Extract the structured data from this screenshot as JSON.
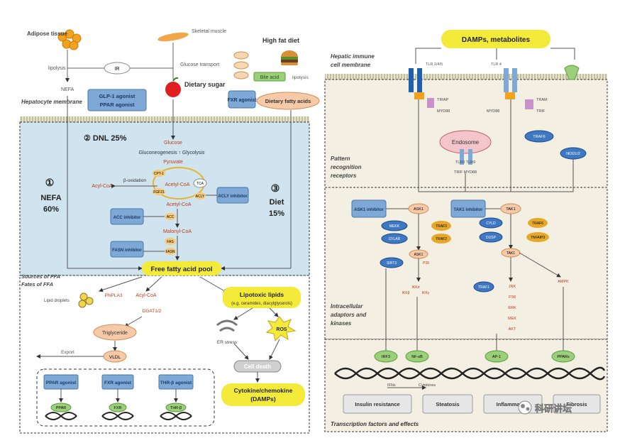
{
  "left": {
    "top": {
      "adipose": "Adipose tissue",
      "skeletal": "Skeletal muscle",
      "lipolysis": "lipolysis",
      "glucose_transport": "Glucose transport",
      "ir": "IR",
      "nefa": "NEFA",
      "glp1": "GLP-1 agonist",
      "ppar_agonist": "PPAR agonist",
      "dietary_sugar": "Dietary sugar",
      "high_fat_diet": "High fat diet",
      "fxr_agonist": "FXR agonist",
      "bile_acid": "Bile acid",
      "lipolysis2": "lipolysis",
      "dietary_fatty_acids": "Dietary fatty acids",
      "hepatocyte_membrane": "Hepatocyte membrane"
    },
    "dnl": "② DNL 25%",
    "nefa_pct": {
      "num": "①",
      "label": "NEFA",
      "pct": "60%"
    },
    "diet_pct": {
      "num": "③",
      "label": "Diet",
      "pct": "15%"
    },
    "pathway": {
      "glucose": "Glucose",
      "gluconeogenesis": "Gluconeogenesis ↑ Glycolysis",
      "pyruvate": "Pyruvate",
      "acyl_coa": "Acyl-CoA",
      "beta_oxidation": "β-oxidation",
      "cpt1": "CPT-1",
      "fgf21": "FGF21",
      "acc": "ACC",
      "acetyl_coa": "Acetyl-CoA",
      "tca": "TCA",
      "acly": "ACLY",
      "acly_inhibitor": "ACLY inhibitor",
      "acetyl_coa2": "Acetyl-CoA",
      "acc_inhibitor": "ACC inhibitor",
      "acc2": "ACC",
      "malonyl_coa": "Malonyl-CoA",
      "fas": "FAS",
      "fasn_inhibitor": "FASN inhibitor",
      "fasn": "FASN",
      "free_fa_pool": "Free fatty acid pool",
      "sources_label_1": "Sources of FFA",
      "sources_label_2": "Fates of FFA",
      "lipid_droplets": "Lipid droplets",
      "pnpla3": "PNPLA3",
      "acyl_coa3": "Acyl-CoA",
      "dgat": "DGAT1/2",
      "triglyceride": "Triglyceride",
      "export": "Export",
      "vldl": "VLDL",
      "lipotoxic": "Lipotoxic lipids",
      "lipotoxic_eg": "(e.g. ceramides, diacylglycerols)",
      "er_stress": "ER stress",
      "ros": "ROS",
      "cell_death": "Cell death",
      "cytokine_1": "Cytokine/chemokine",
      "cytokine_2": "(DAMPs)"
    },
    "agonists": [
      {
        "box": "PPAR agonist",
        "gene": "PPAR"
      },
      {
        "box": "FXR agonist",
        "gene": "FXR"
      },
      {
        "box": "THR-β agonist",
        "gene": "THR-β"
      }
    ]
  },
  "right": {
    "damps": "DAMPs, metabolites",
    "hepatic_membrane_1": "Hepatic immune",
    "hepatic_membrane_2": "cell membrane",
    "tlr2_4": "TLR 2/4/5",
    "tlr4": "TLR 4",
    "tirap": "TIRAP",
    "myd88_1": "MYD88",
    "myd88_2": "MYD88",
    "trif": "TRIF",
    "tram": "TRAM",
    "endosome": "Endosome",
    "tlr_inner": "TLR3  TLR9",
    "trif_myd": "TRIF   MYD88",
    "traf6": "TRAF6",
    "nod12": "NOD1/2",
    "prr_1": "Pattern",
    "prr_2": "recognition",
    "prr_3": "receptors",
    "ask1_inhibitor": "ASK1 inhibitor",
    "ask1": "ASK1",
    "tak1_inhibitor": "TAK1 inhibitor",
    "tak1": "TAK1",
    "mekk": "MEKK",
    "traf3": "TRAF3",
    "cflar": "CFLAR",
    "traf2": "TRAF2",
    "cyld": "CYLD",
    "traf6b": "TRAF6",
    "dusp": "DUSP",
    "tnfaip3": "TNFAIP3",
    "ask1b": "ASK1",
    "tak1b": "TAK1",
    "sirt": "SIRT3",
    "p38": "P38",
    "ikk": "IKKα",
    "ikkb": "IKKβ",
    "ikkg": "IKKγ",
    "traf1": "TRAF1",
    "jnk": "JNK",
    "p38b": "P38",
    "erk": "ERK",
    "mek": "MEK",
    "akt": "AKT",
    "ampk": "AMPK",
    "intracellular_1": "Intracellular",
    "intracellular_2": "adaptors and",
    "intracellular_3": "kinases",
    "tfs": [
      "IRF3",
      "NF-κB",
      "AP-1",
      "PPARs"
    ],
    "ifn": "IFNs",
    "cytokines": "Cytokines",
    "effects": [
      "Insulin resistance",
      "Steatosis",
      "Inflammation",
      "Fibrosis"
    ],
    "transcription": "Transcription factors and effects",
    "watermark": "科研讲坛"
  }
}
